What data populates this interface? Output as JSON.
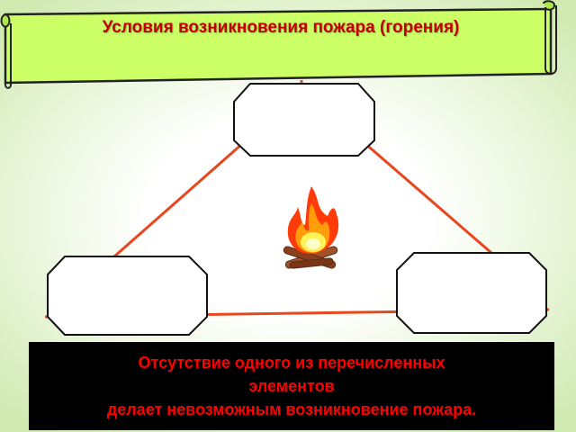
{
  "title": "Условия возникновения пожара (горения)",
  "note_lines": [
    "Отсутствие одного из перечисленных",
    "элементов",
    "делает невозможным возникновение пожара."
  ],
  "colors": {
    "scroll_fill": "#ccff66",
    "title_text": "#c00000",
    "triangle_line": "#e8471d",
    "note_bg": "#000000",
    "note_text": "#ff0000"
  },
  "icons": [
    "campfire-icon"
  ]
}
